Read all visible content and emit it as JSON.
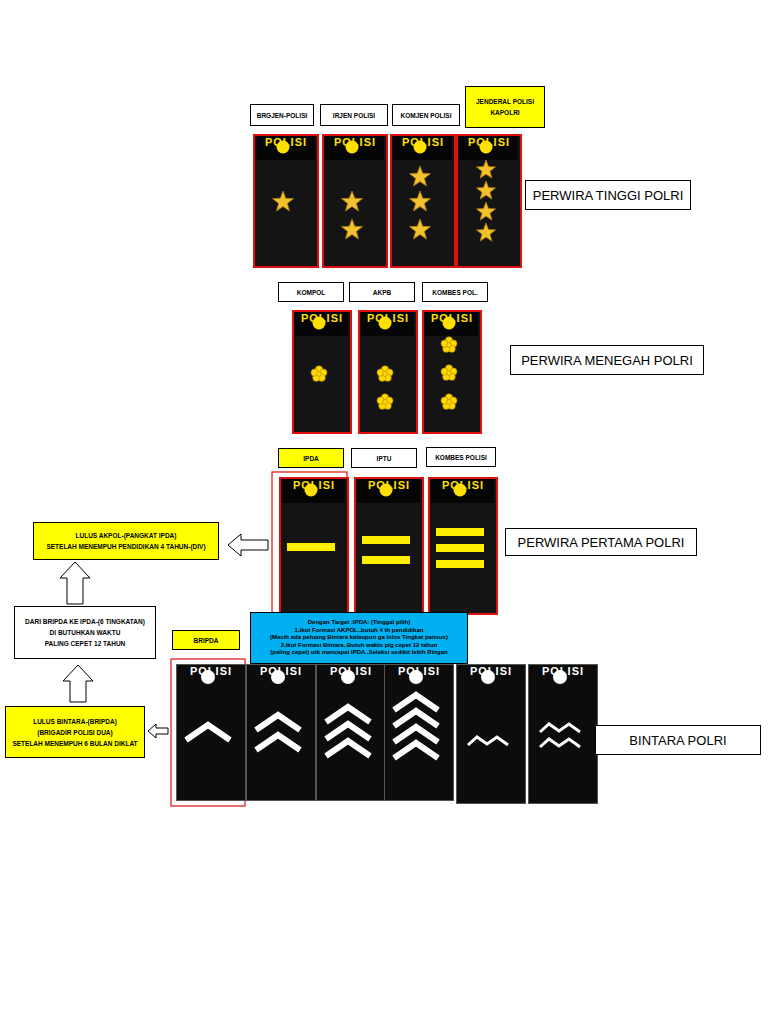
{
  "diagram": {
    "nodes": [
      {
        "text": [
          "BRGJEN-POLISI"
        ]
      },
      {
        "text": [
          "IRJEN POLISI"
        ]
      },
      {
        "text": [
          "KOMJEN POLISI"
        ]
      },
      {
        "text": [
          "JENDERAL POLISI",
          "KAPOLRI"
        ]
      },
      {
        "text": [
          "POLISI"
        ]
      },
      {
        "text": [
          "POLISI"
        ]
      },
      {
        "text": [
          "POLISI"
        ]
      },
      {
        "text": [
          "POLISI"
        ]
      },
      {
        "text": [
          "PERWIRA TINGGI POLRI"
        ]
      },
      {
        "text": [
          "KOMPOL"
        ]
      },
      {
        "text": [
          "AKPB"
        ]
      },
      {
        "text": [
          "KOMBES POL."
        ]
      },
      {
        "text": [
          "POLISI"
        ]
      },
      {
        "text": [
          "POLISI"
        ]
      },
      {
        "text": [
          "POLISI"
        ]
      },
      {
        "text": [
          "PERWIRA MENEGAH POLRI"
        ]
      },
      {
        "text": [
          "IPDA"
        ]
      },
      {
        "text": [
          "IPTU"
        ]
      },
      {
        "text": [
          "KOMBES POLISI"
        ]
      },
      {
        "text": [
          "POLISI"
        ]
      },
      {
        "text": [
          "POLISI"
        ]
      },
      {
        "text": [
          "POLISI"
        ]
      },
      {
        "text": [
          "PERWIRA PERTAMA POLRI"
        ]
      },
      {
        "text": [
          "LULUS AKPOL-(PANGKAT IPDA)",
          "SETELAH MENEMPUH PENDIDIKAN 4 TAHUN-(DIV)"
        ]
      },
      {
        "text": [
          "DARI BRIPDA KE IPDA-(6 TINGKATAN)",
          "DI BUTUHKAN WAKTU",
          "PALING CEPET 12 TAHUN"
        ]
      },
      {
        "text": [
          "BRIPDA"
        ]
      },
      {
        "text": [
          "Dengan Target :IPDA: (Tinggal pilih)",
          "1.ikut Formasi AKPOL..butuh 4 th pendidikan",
          "(Masih ada peluang Bintara kalaupun ga lolos Tingkat pansus)",
          "2.ikut Formasi Bintara..Butuh waktu plg cepet 12 tahun",
          "(paling cepet) utk mencapai IPDA..Seleksi sedikit lebih Ringan"
        ]
      },
      {
        "text": [
          "LULUS BINTARA-(BRIPDA)",
          "(BRIGADIR POLISI DUA)",
          "SETELAH MENEMPUH 6 BULAN DIKLAT"
        ]
      },
      {
        "text": [
          "POLISI"
        ]
      },
      {
        "text": [
          "POLISI"
        ]
      },
      {
        "text": [
          "POLISI"
        ]
      },
      {
        "text": [
          "POLISI"
        ]
      },
      {
        "text": [
          "POLISI"
        ]
      },
      {
        "text": [
          "POLISI"
        ]
      },
      {
        "text": [
          "BINTARA POLRI"
        ]
      }
    ],
    "edges": [
      {
        "from": 19,
        "to": 23,
        "arrow": "to"
      },
      {
        "from": 24,
        "to": 23,
        "arrow": "to"
      },
      {
        "from": 27,
        "to": 24,
        "arrow": "to"
      },
      {
        "from": 28,
        "to": 27,
        "arrow": "to"
      }
    ]
  }
}
